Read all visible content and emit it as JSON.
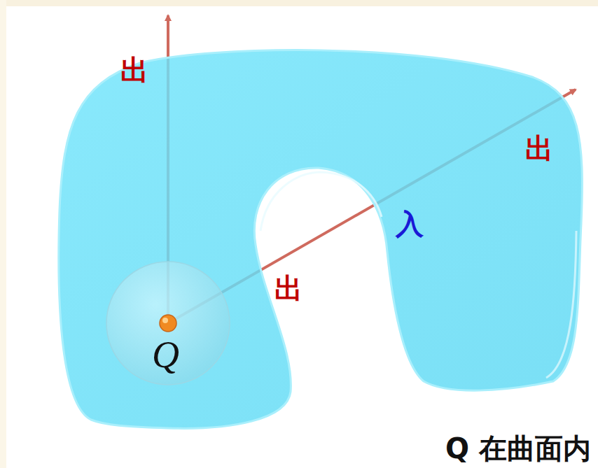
{
  "diagram": {
    "caption": "Q 在曲面内",
    "nodes": [
      {
        "text": [
          "Q"
        ]
      }
    ],
    "labels": [
      "出",
      "出",
      "入",
      "出"
    ]
  }
}
